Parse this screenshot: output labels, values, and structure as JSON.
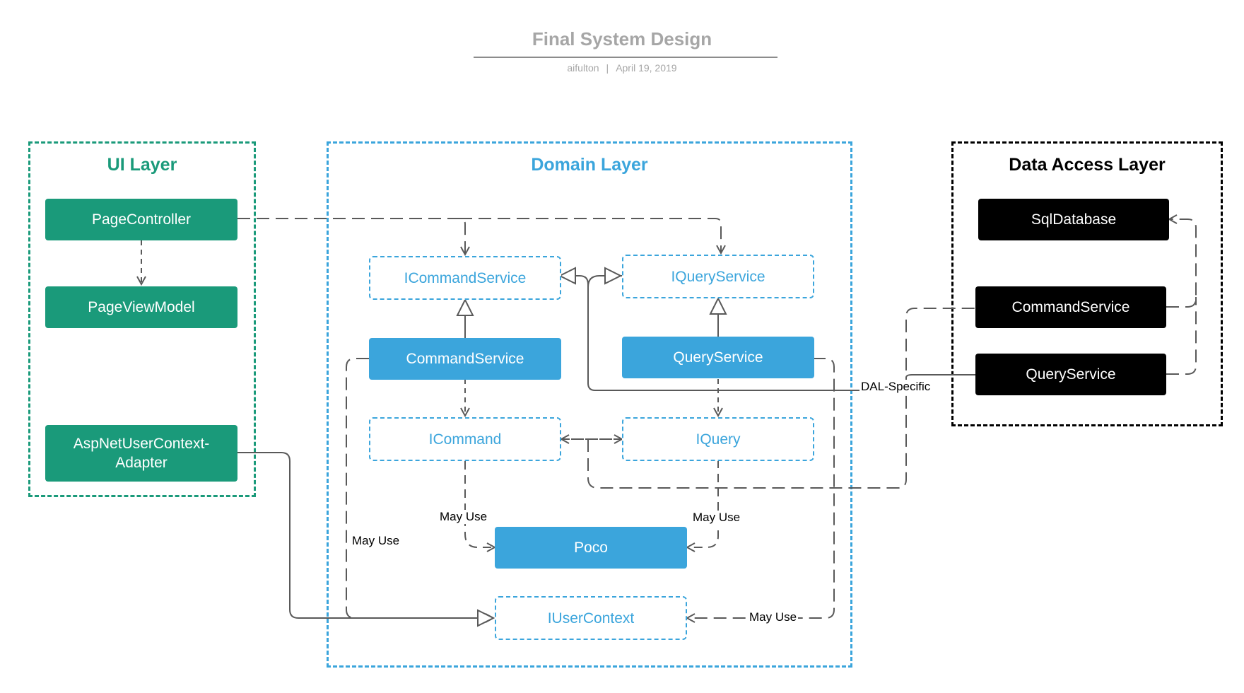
{
  "header": {
    "title": "Final System Design",
    "author": "aifulton",
    "separator": "|",
    "date": "April 19, 2019"
  },
  "lanes": {
    "ui": {
      "title": "UI Layer",
      "color": "#1a9a7a"
    },
    "domain": {
      "title": "Domain Layer",
      "color": "#3ba5dc"
    },
    "data_access": {
      "title": "Data Access Layer",
      "color": "#000000"
    }
  },
  "nodes": {
    "page_controller": "PageController",
    "page_view_model": "PageViewModel",
    "asp_net_user_context_adapter": "AspNetUserContext-Adapter",
    "icommand_service": "ICommandService",
    "iquery_service": "IQueryService",
    "command_service": "CommandService",
    "query_service": "QueryService",
    "icommand": "ICommand",
    "iquery": "IQuery",
    "poco": "Poco",
    "iuser_context": "IUserContext",
    "sql_database": "SqlDatabase",
    "dal_command_service": "CommandService",
    "dal_query_service": "QueryService"
  },
  "edge_labels": {
    "dal_specific": "DAL-Specific",
    "may_use_icommand_poco": "May Use",
    "may_use_iquery_poco": "May Use",
    "may_use_command_service_user_context": "May Use",
    "may_use_query_service_user_context": "May Use"
  },
  "colors": {
    "connector": "#595959",
    "ui_accent": "#1a9a7a",
    "domain_accent": "#3ba5dc",
    "dal_accent": "#000000",
    "header_text": "#a6a6a6"
  }
}
